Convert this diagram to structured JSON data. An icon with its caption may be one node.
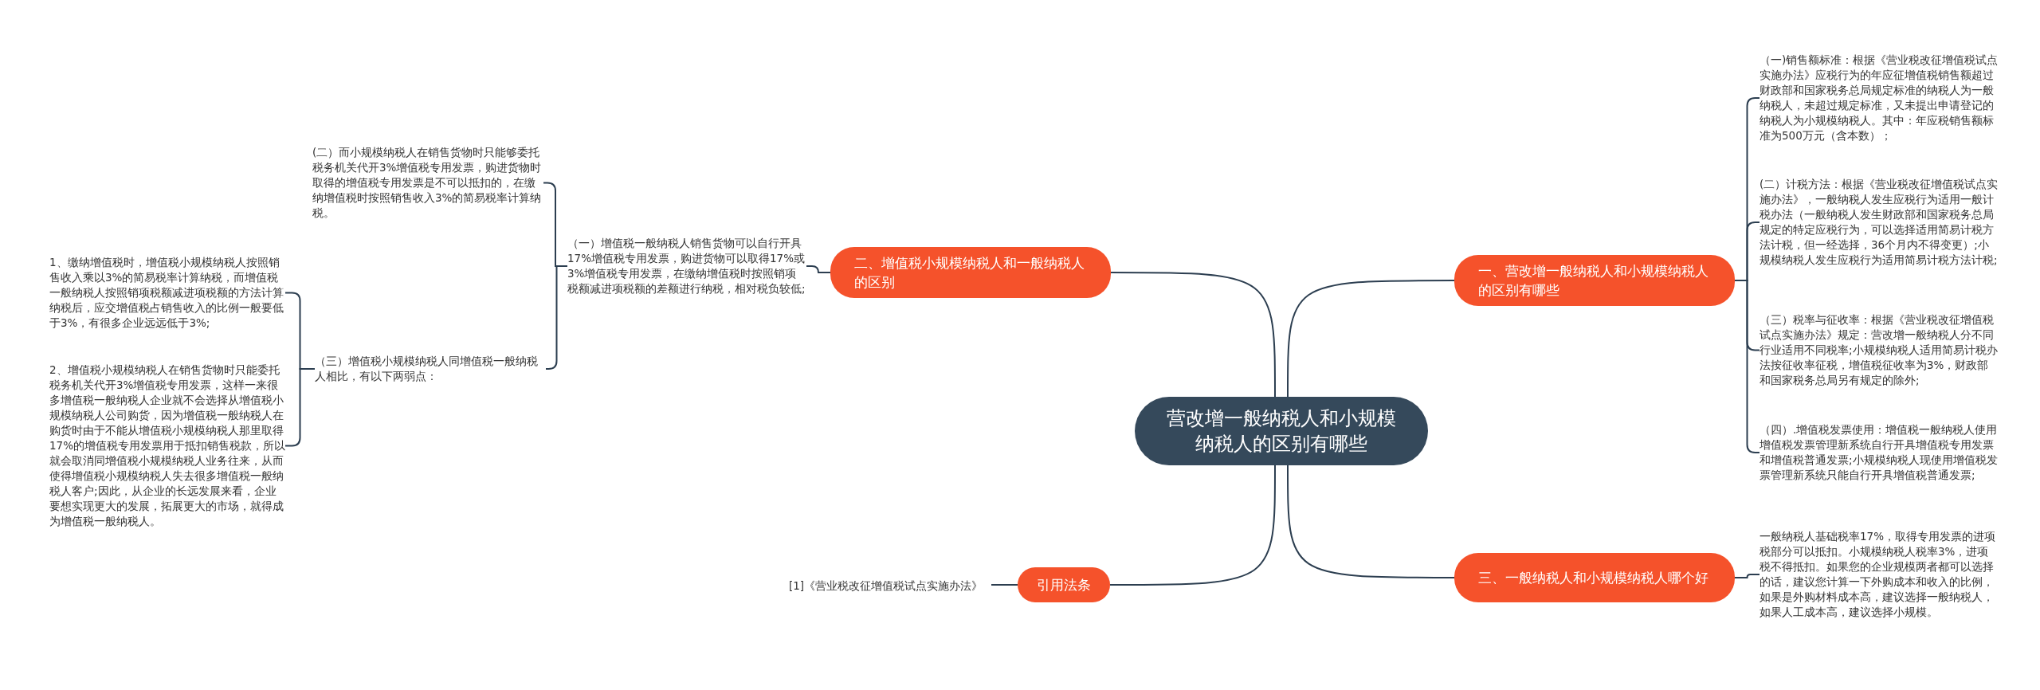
{
  "diagram": {
    "nodes": [
      {
        "text": [
          "营改增一般纳税人和小规模纳税人的区别有哪些"
        ]
      },
      {
        "text": [
          "一、营改增一般纳税人和小规模纳税人的区别有哪些"
        ]
      },
      {
        "text": [
          "（一)销售额标准：根据《营业税改征增值税试点实施办法》应税行为的年应征增值税销售额超过财政部和国家税务总局规定标准的纳税人为一般纳税人，未超过规定标准，又未提出申请登记的纳税人为小规模纳税人。其中：年应税销售额标准为500万元（含本数）；"
        ]
      },
      {
        "text": [
          "(二）计税方法：根据《营业税改征增值税试点实施办法》，一般纳税人发生应税行为适用一般计税办法（一般纳税人发生财政部和国家税务总局规定的特定应税行为，可以选择适用简易计税方法计税，但一经选择，36个月内不得变更）;小规模纳税人发生应税行为适用简易计税方法计税;"
        ]
      },
      {
        "text": [
          "（三）税率与征收率：根据《营业税改征增值税试点实施办法》规定：营改增一般纳税人分不同行业适用不同税率;小规模纳税人适用简易计税办法按征收率征税，增值税征收率为3%，财政部和国家税务总局另有规定的除外;"
        ]
      },
      {
        "text": [
          "（四）.增值税发票使用：增值税一般纳税人使用增值税发票管理新系统自行开具增值税专用发票和增值税普通发票;小规模纳税人现使用增值税发票管理新系统只能自行开具增值税普通发票;"
        ]
      },
      {
        "text": [
          "三、一般纳税人和小规模纳税人哪个好"
        ]
      },
      {
        "text": [
          "一般纳税人基础税率17%，取得专用发票的进项税部分可以抵扣。小规模纳税人税率3%，进项税不得抵扣。如果您的企业规模两者都可以选择的话，建议您计算一下外购成本和收入的比例，如果是外购材料成本高，建议选择一般纳税人，如果人工成本高，建议选择小规模。"
        ]
      },
      {
        "text": [
          "二、增值税小规模纳税人和一般纳税人的区别"
        ]
      },
      {
        "text": [
          "（一）增值税一般纳税人销售货物可以自行开具17%增值税专用发票，购进货物可以取得17%或3%增值税专用发票，在缴纳增值税时按照销项税额减进项税额的差额进行纳税，相对税负较低;"
        ]
      },
      {
        "text": [
          "(二）而小规模纳税人在销售货物时只能够委托税务机关代开3%增值税专用发票，购进货物时取得的增值税专用发票是不可以抵扣的，在缴纳增值税时按照销售收入3%的简易税率计算纳税。"
        ]
      },
      {
        "text": [
          "（三）增值税小规模纳税人同增值税一般纳税人相比，有以下两弱点："
        ]
      },
      {
        "text": [
          "1、缴纳增值税时，增值税小规模纳税人按照销售收入乘以3%的简易税率计算纳税，而增值税一般纳税人按照销项税额减进项税额的方法计算纳税后，应交增值税占销售收入的比例一般要低于3%，有很多企业远远低于3%;"
        ]
      },
      {
        "text": [
          "2、增值税小规模纳税人在销售货物时只能委托税务机关代开3%增值税专用发票，这样一来很多增值税一般纳税人企业就不会选择从增值税小规模纳税人公司购货，因为增值税一般纳税人在购货时由于不能从增值税小规模纳税人那里取得17%的增值税专用发票用于抵扣销售税款，所以就会取消同增值税小规模纳税人业务往来，从而使得增值税小规模纳税人失去很多增值税一般纳税人客户;因此，从企业的长远发展来看，企业要想实现更大的发展，拓展更大的市场，就得成为增值税一般纳税人。"
        ]
      },
      {
        "text": [
          "引用法条"
        ]
      },
      {
        "text": [
          "[1]《营业税改征增值税试点实施办法》"
        ]
      }
    ],
    "edges": [
      {
        "from": 0,
        "to": 1,
        "arrow": "none"
      },
      {
        "from": 1,
        "to": 2,
        "arrow": "none"
      },
      {
        "from": 1,
        "to": 3,
        "arrow": "none"
      },
      {
        "from": 1,
        "to": 4,
        "arrow": "none"
      },
      {
        "from": 1,
        "to": 5,
        "arrow": "none"
      },
      {
        "from": 0,
        "to": 6,
        "arrow": "none"
      },
      {
        "from": 6,
        "to": 7,
        "arrow": "none"
      },
      {
        "from": 0,
        "to": 8,
        "arrow": "none"
      },
      {
        "from": 8,
        "to": 9,
        "arrow": "none"
      },
      {
        "from": 9,
        "to": 10,
        "arrow": "none"
      },
      {
        "from": 9,
        "to": 11,
        "arrow": "none"
      },
      {
        "from": 11,
        "to": 12,
        "arrow": "none"
      },
      {
        "from": 11,
        "to": 13,
        "arrow": "none"
      },
      {
        "from": 0,
        "to": 14,
        "arrow": "none"
      },
      {
        "from": 14,
        "to": 15,
        "arrow": "none"
      }
    ]
  }
}
